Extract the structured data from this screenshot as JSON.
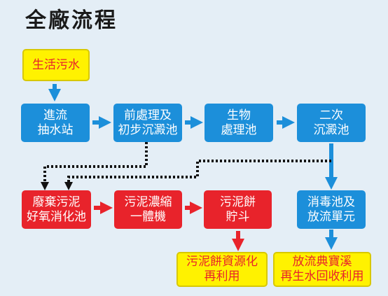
{
  "title": "全廠流程",
  "nodes": {
    "sewage": [
      "生活污水"
    ],
    "intake": [
      "進流",
      "抽水站"
    ],
    "primary": [
      "前處理及",
      "初步沉澱池"
    ],
    "bio": [
      "生物",
      "處理池"
    ],
    "secondary": [
      "二次",
      "沉澱池"
    ],
    "disinfect": [
      "消毒池及",
      "放流單元"
    ],
    "digest": [
      "廢棄污泥",
      "好氧消化池"
    ],
    "thicken": [
      "污泥濃縮",
      "一體機"
    ],
    "cake": [
      "污泥餅",
      "貯斗"
    ],
    "reuse_cake": [
      "污泥餅資源化",
      "再利用"
    ],
    "reuse_water": [
      "放流典寶溪",
      "再生水回收利用"
    ]
  },
  "colors": {
    "process_blue": "#1c8fda",
    "sludge_red": "#e8232b",
    "endpoint_yellow": "#fff200",
    "background": "#e4eef6"
  }
}
